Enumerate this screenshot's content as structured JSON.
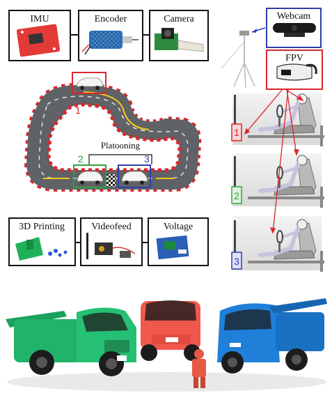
{
  "sensors_top": {
    "imu": "IMU",
    "encoder": "Encoder",
    "camera": "Camera"
  },
  "sensors_bottom": {
    "printing": "3D Printing",
    "videofeed": "Videofeed",
    "voltage": "Voltage"
  },
  "right_panel": {
    "webcam": "Webcam",
    "fpv": "FPV"
  },
  "track": {
    "platooning": "Platooning",
    "car_numbers": [
      "1",
      "2",
      "3"
    ]
  },
  "stations": {
    "numbers": [
      "1",
      "2",
      "3"
    ]
  },
  "colors": {
    "red": "#d9262c",
    "green": "#2fa43a",
    "blue": "#2b3fae",
    "car_green": "#22b36a",
    "car_red": "#f0584c",
    "car_blue": "#1f7fd9"
  }
}
